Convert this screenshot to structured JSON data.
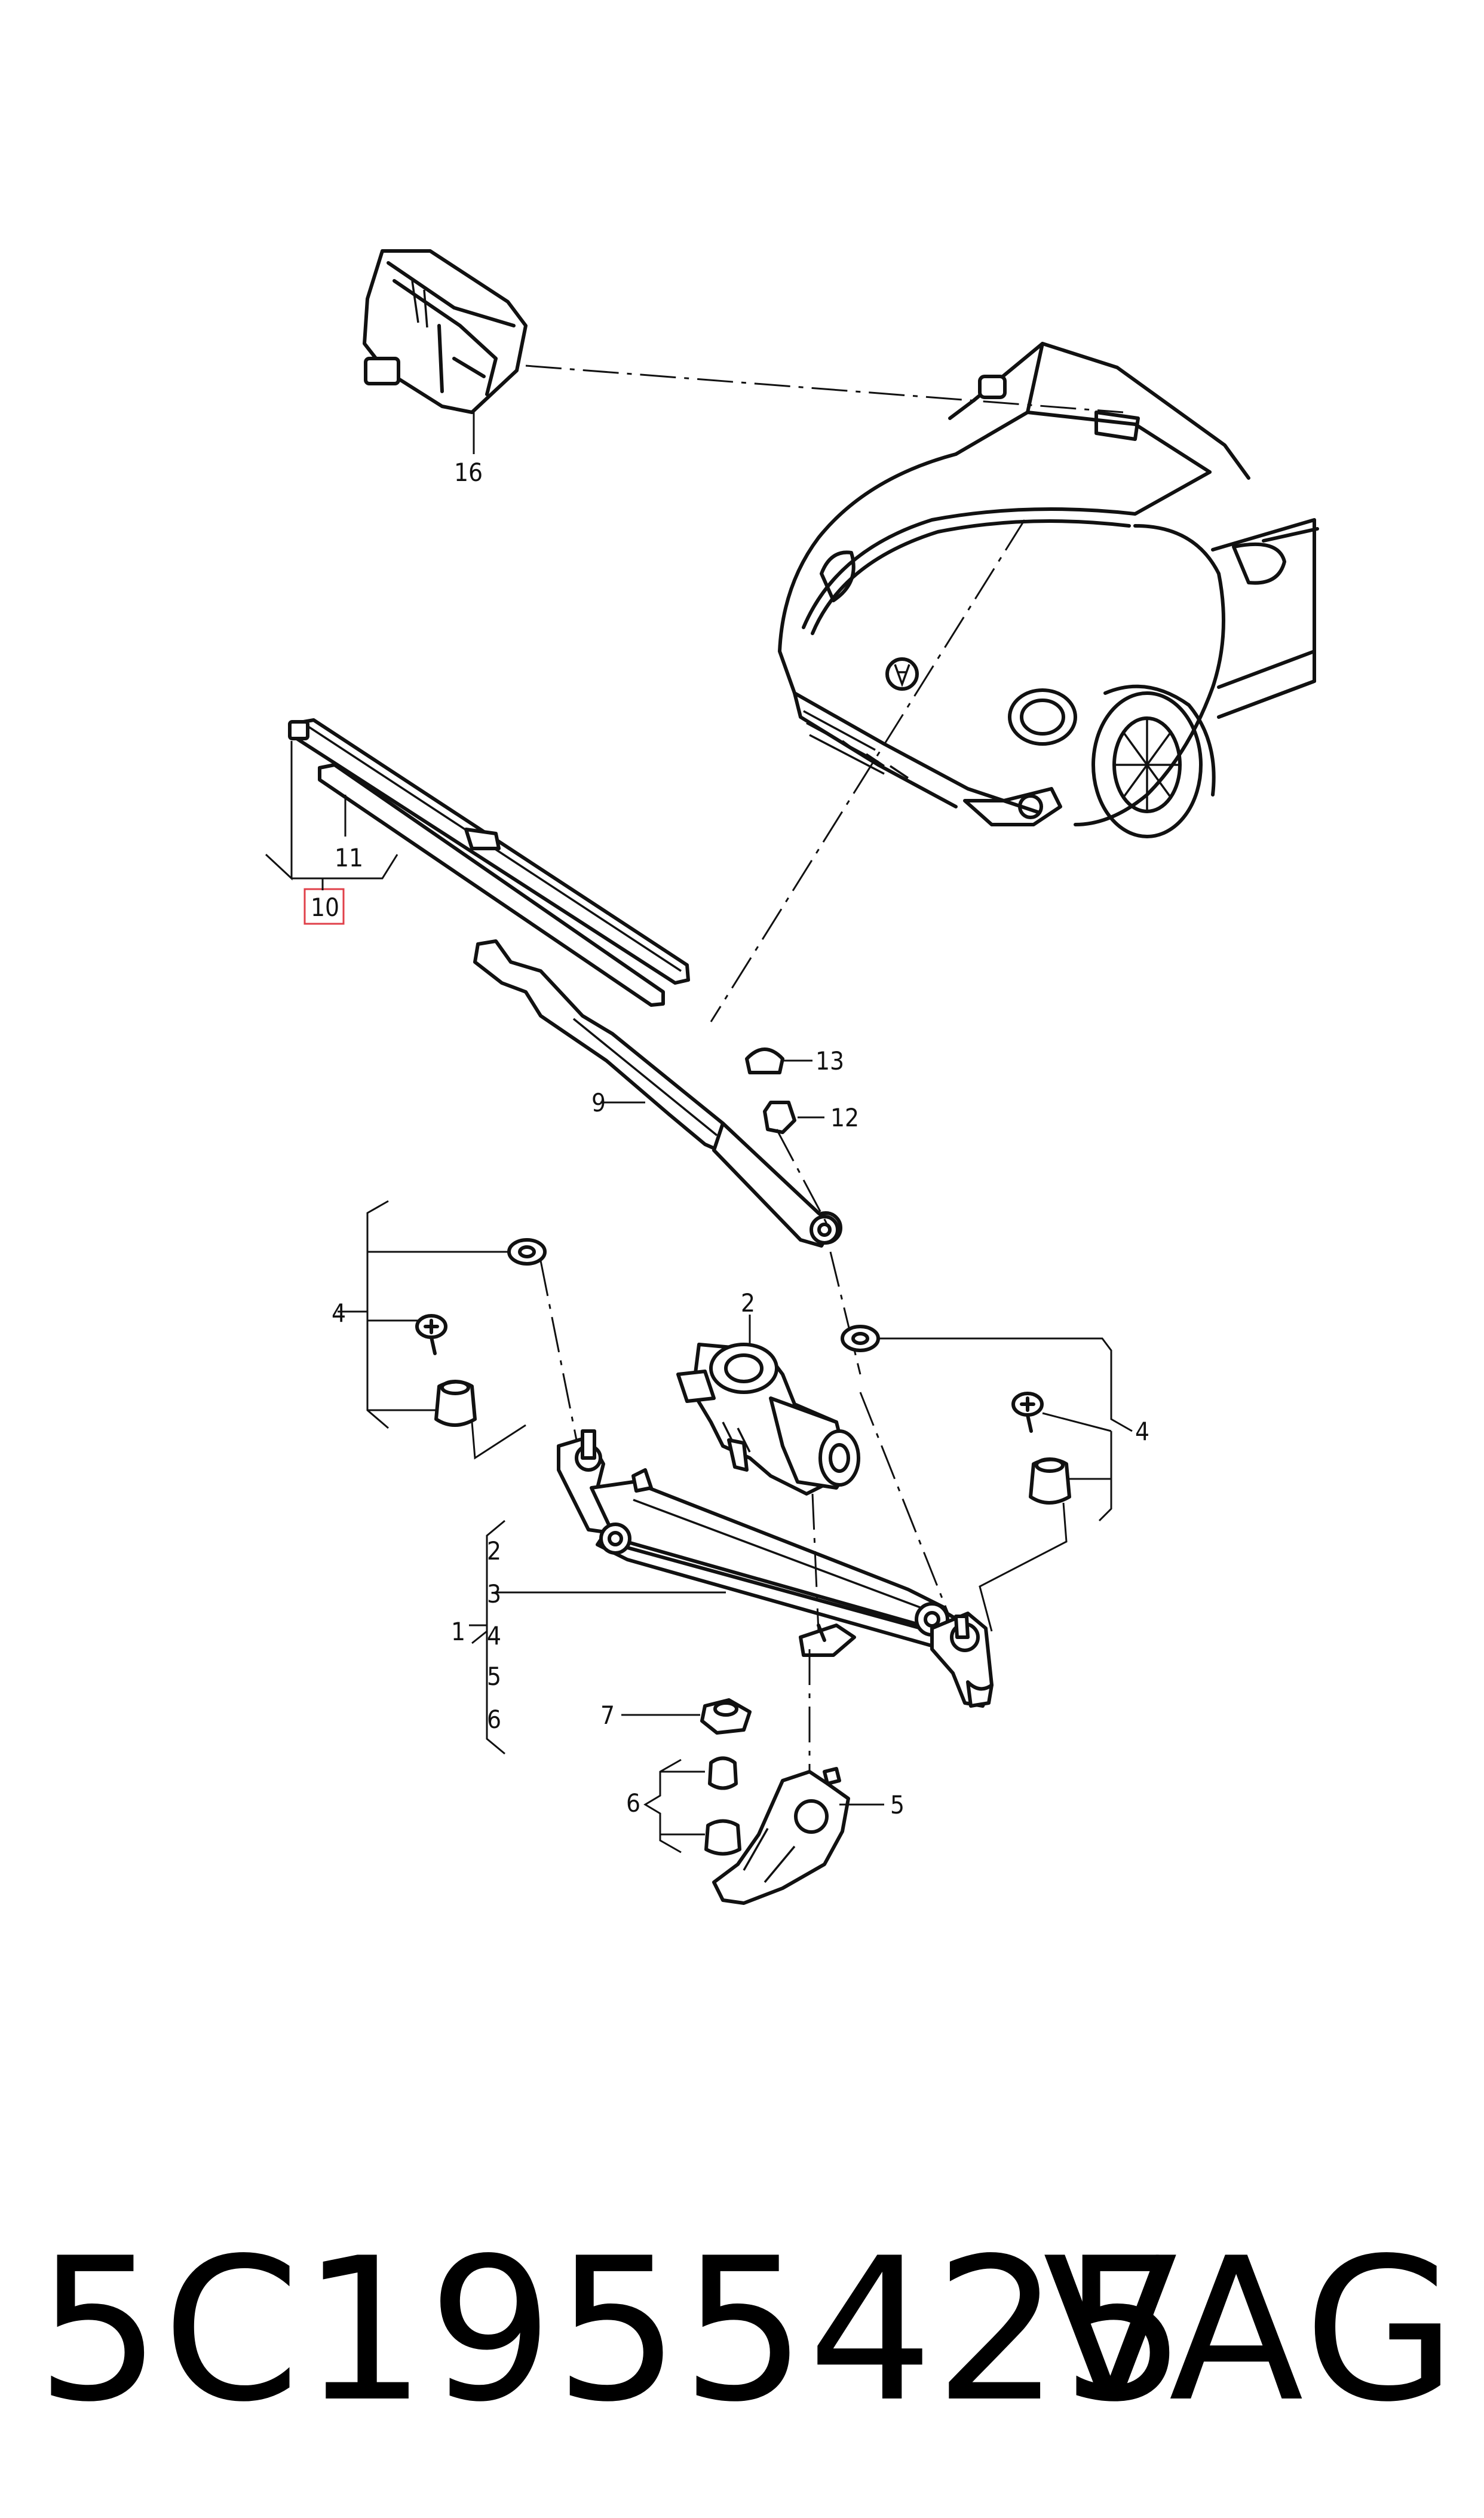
{
  "callouts": {
    "c1": "1",
    "c2_motor": "2",
    "c2_list": "2",
    "c3_list": "3",
    "c4_list": "4",
    "c4_left": "4",
    "c4_right": "4",
    "c5_list": "5",
    "c5_bracket": "5",
    "c6_list": "6",
    "c6_left": "6",
    "c7": "7",
    "c9": "9",
    "c10": "10",
    "c11": "11",
    "c12": "12",
    "c13": "13",
    "c16": "16"
  },
  "footer": {
    "part_number": "5C1955425",
    "brand": "VAG"
  }
}
